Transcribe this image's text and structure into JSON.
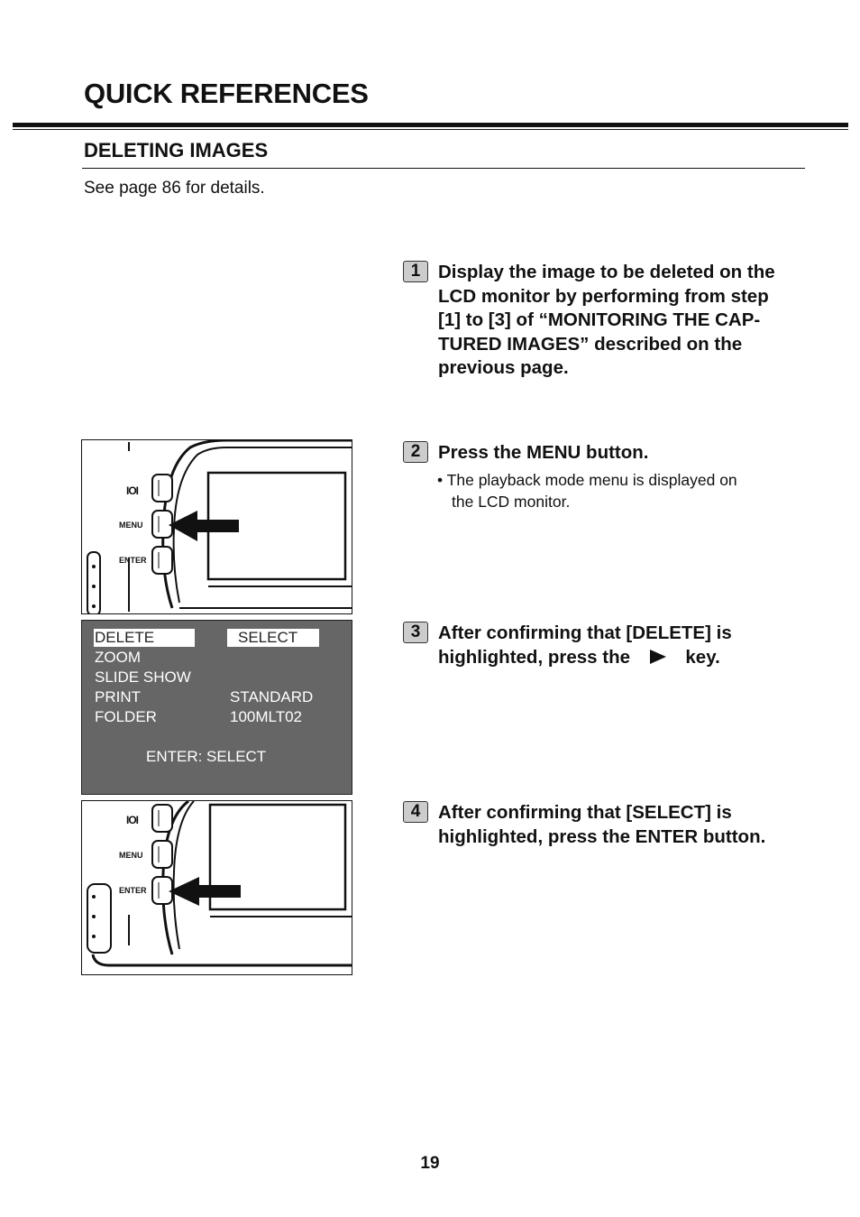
{
  "header": {
    "title": "QUICK REFERENCES"
  },
  "section": {
    "title": "DELETING IMAGES",
    "see_page": "See page 86 for details."
  },
  "steps": [
    {
      "num": "1",
      "lines": [
        "Display the image to be deleted on the",
        "LCD monitor by performing from step",
        "[1] to [3] of “MONITORING THE CAP-",
        "TURED IMAGES” described on the",
        "previous page."
      ]
    },
    {
      "num": "2",
      "lines": [
        "Press the MENU button."
      ],
      "bullet_lines": [
        "• The playback mode menu is displayed on",
        "the LCD monitor."
      ]
    },
    {
      "num": "3",
      "lines": [
        "After confirming that [DELETE] is",
        "highlighted, press the",
        "key."
      ]
    },
    {
      "num": "4",
      "lines": [
        "After confirming that [SELECT] is",
        "highlighted, press the ENTER button."
      ]
    }
  ],
  "camera": {
    "icon_label": "IOI",
    "menu_label": "MENU",
    "enter_label": "ENTER"
  },
  "lcd_menu": {
    "left_items": [
      "DELETE",
      "ZOOM",
      "SLIDE SHOW",
      "PRINT",
      "FOLDER"
    ],
    "right_items": [
      "SELECT",
      "STANDARD",
      "100MLT02"
    ],
    "footer": "ENTER: SELECT"
  },
  "icons": {
    "right_arrow": "right-triangle-key-icon",
    "press_arrow": "left-arrow-icon"
  },
  "page_number": "19"
}
